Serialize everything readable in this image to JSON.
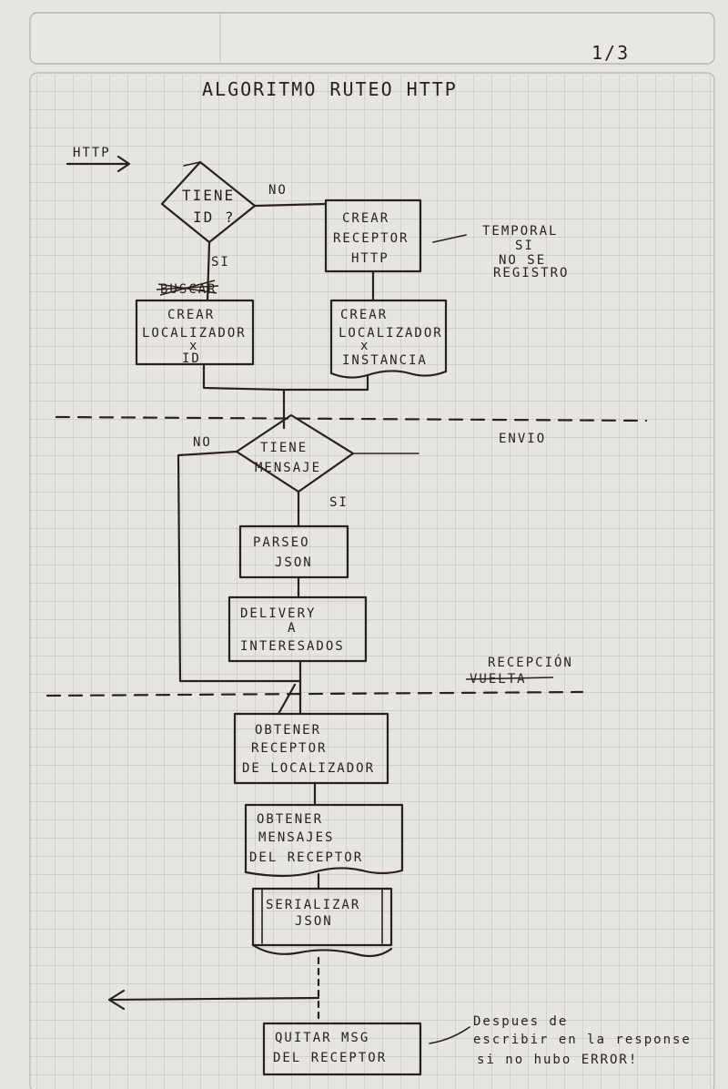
{
  "page_number": "1/3",
  "title": "ALGORITMO RUTEO HTTP",
  "entry_label": "HTTP",
  "sections": {
    "envio": "ENVIO",
    "recepcion": "RECEPCIÓN",
    "recepcion_struck": "VUELTA"
  },
  "decisions": {
    "tiene_id": {
      "line1": "TIENE",
      "line2": "ID ?"
    },
    "tiene_mensaje": {
      "line1": "TIENE",
      "line2": "MENSAJE"
    }
  },
  "branches": {
    "no_1": "NO",
    "si_1": "SI",
    "no_2": "NO",
    "si_2": "SI"
  },
  "steps": {
    "crear_receptor": {
      "line1": "CREAR",
      "line2": "RECEPTOR",
      "line3": "HTTP"
    },
    "crear_localizador_id": {
      "struck": "BUSCAR",
      "line1": "CREAR",
      "line2": "LOCALIZADOR",
      "line3": "x",
      "line4": "ID"
    },
    "crear_localizador_instancia": {
      "line1": "CREAR",
      "line2": "LOCALIZADOR",
      "line3": "x",
      "line4": "INSTANCIA"
    },
    "parseo_json": {
      "line1": "PARSEO",
      "line2": "JSON"
    },
    "delivery": {
      "line1": "DELIVERY",
      "line2": "A",
      "line3": "INTERESADOS"
    },
    "obtener_receptor": {
      "line1": "OBTENER",
      "line2": "RECEPTOR",
      "line3": "DE LOCALIZADOR"
    },
    "obtener_mensajes": {
      "line1": "OBTENER",
      "line2": "MENSAJES",
      "line3": "DEL RECEPTOR"
    },
    "serializar_json": {
      "line1": "SERIALIZAR",
      "line2": "JSON"
    },
    "quitar_msg": {
      "line1": "QUITAR MSG",
      "line2": "DEL RECEPTOR"
    }
  },
  "notes": {
    "temporal": {
      "line1": "TEMPORAL",
      "line2": "SI",
      "line3": "NO SE",
      "line4": "REGISTRO"
    },
    "despues": {
      "line1": "Despues de",
      "line2": "escribir en la response",
      "line3": "si no hubo ERROR!"
    }
  }
}
